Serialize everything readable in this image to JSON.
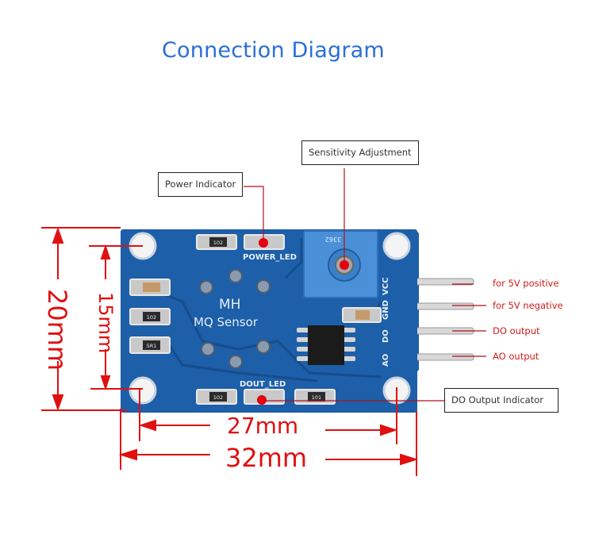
{
  "title": "Connection Diagram",
  "board": {
    "brand": "MH",
    "name": "MQ Sensor",
    "silkscreen": {
      "power_led": "POWER_LED",
      "dout_led": "DOUT_LED",
      "pins": [
        "VCC",
        "GND",
        "DO",
        "AO"
      ],
      "resistor_codes": [
        "102",
        "102",
        "5R1",
        "102",
        "101"
      ],
      "pot_code": "3362"
    }
  },
  "callouts": {
    "sensitivity": "Sensitivity Adjustment",
    "power_indicator": "Power Indicator",
    "do_output_indicator": "DO Output Indicator"
  },
  "pin_labels": [
    "for 5V positive",
    "for 5V negative",
    "DO output",
    "AO output"
  ],
  "dimensions": {
    "height_outer": "20mm",
    "height_inner": "15mm",
    "width_inner": "27mm",
    "width_outer": "32mm"
  },
  "colors": {
    "title": "#2a6fd6",
    "board": "#1d5fa8",
    "annotation_red": "#e01010",
    "leader": "#b0101c"
  }
}
